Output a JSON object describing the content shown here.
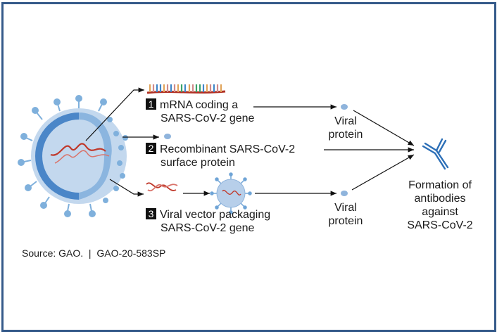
{
  "diagram": {
    "approaches": [
      {
        "number": "1",
        "line1": "mRNA coding a",
        "line2": "SARS-CoV-2 gene"
      },
      {
        "number": "2",
        "line1": "Recombinant SARS-CoV-2",
        "line2": "surface protein"
      },
      {
        "number": "3",
        "line1": "Viral vector packaging",
        "line2": "SARS-CoV-2 gene"
      }
    ],
    "viral_protein_labels": [
      {
        "line1": "Viral",
        "line2": "protein"
      },
      {
        "line1": "Viral",
        "line2": "protein"
      }
    ],
    "outcome": {
      "line1": "Formation of",
      "line2": "antibodies",
      "line3": "against",
      "line4": "SARS-CoV-2"
    },
    "icons": [
      "coronavirus-icon",
      "mrna-strand-icon",
      "protein-dot-icon",
      "dna-helix-icon",
      "viral-vector-icon",
      "antibody-icon"
    ],
    "colors": {
      "border": "#355a8a",
      "virus_light": "#b8d0ea",
      "virus_dark": "#4a86c8",
      "dna": "#c0392b",
      "antibody": "#2c6fb7"
    }
  },
  "source": {
    "text": "Source: GAO.  |  GAO-20-583SP"
  }
}
